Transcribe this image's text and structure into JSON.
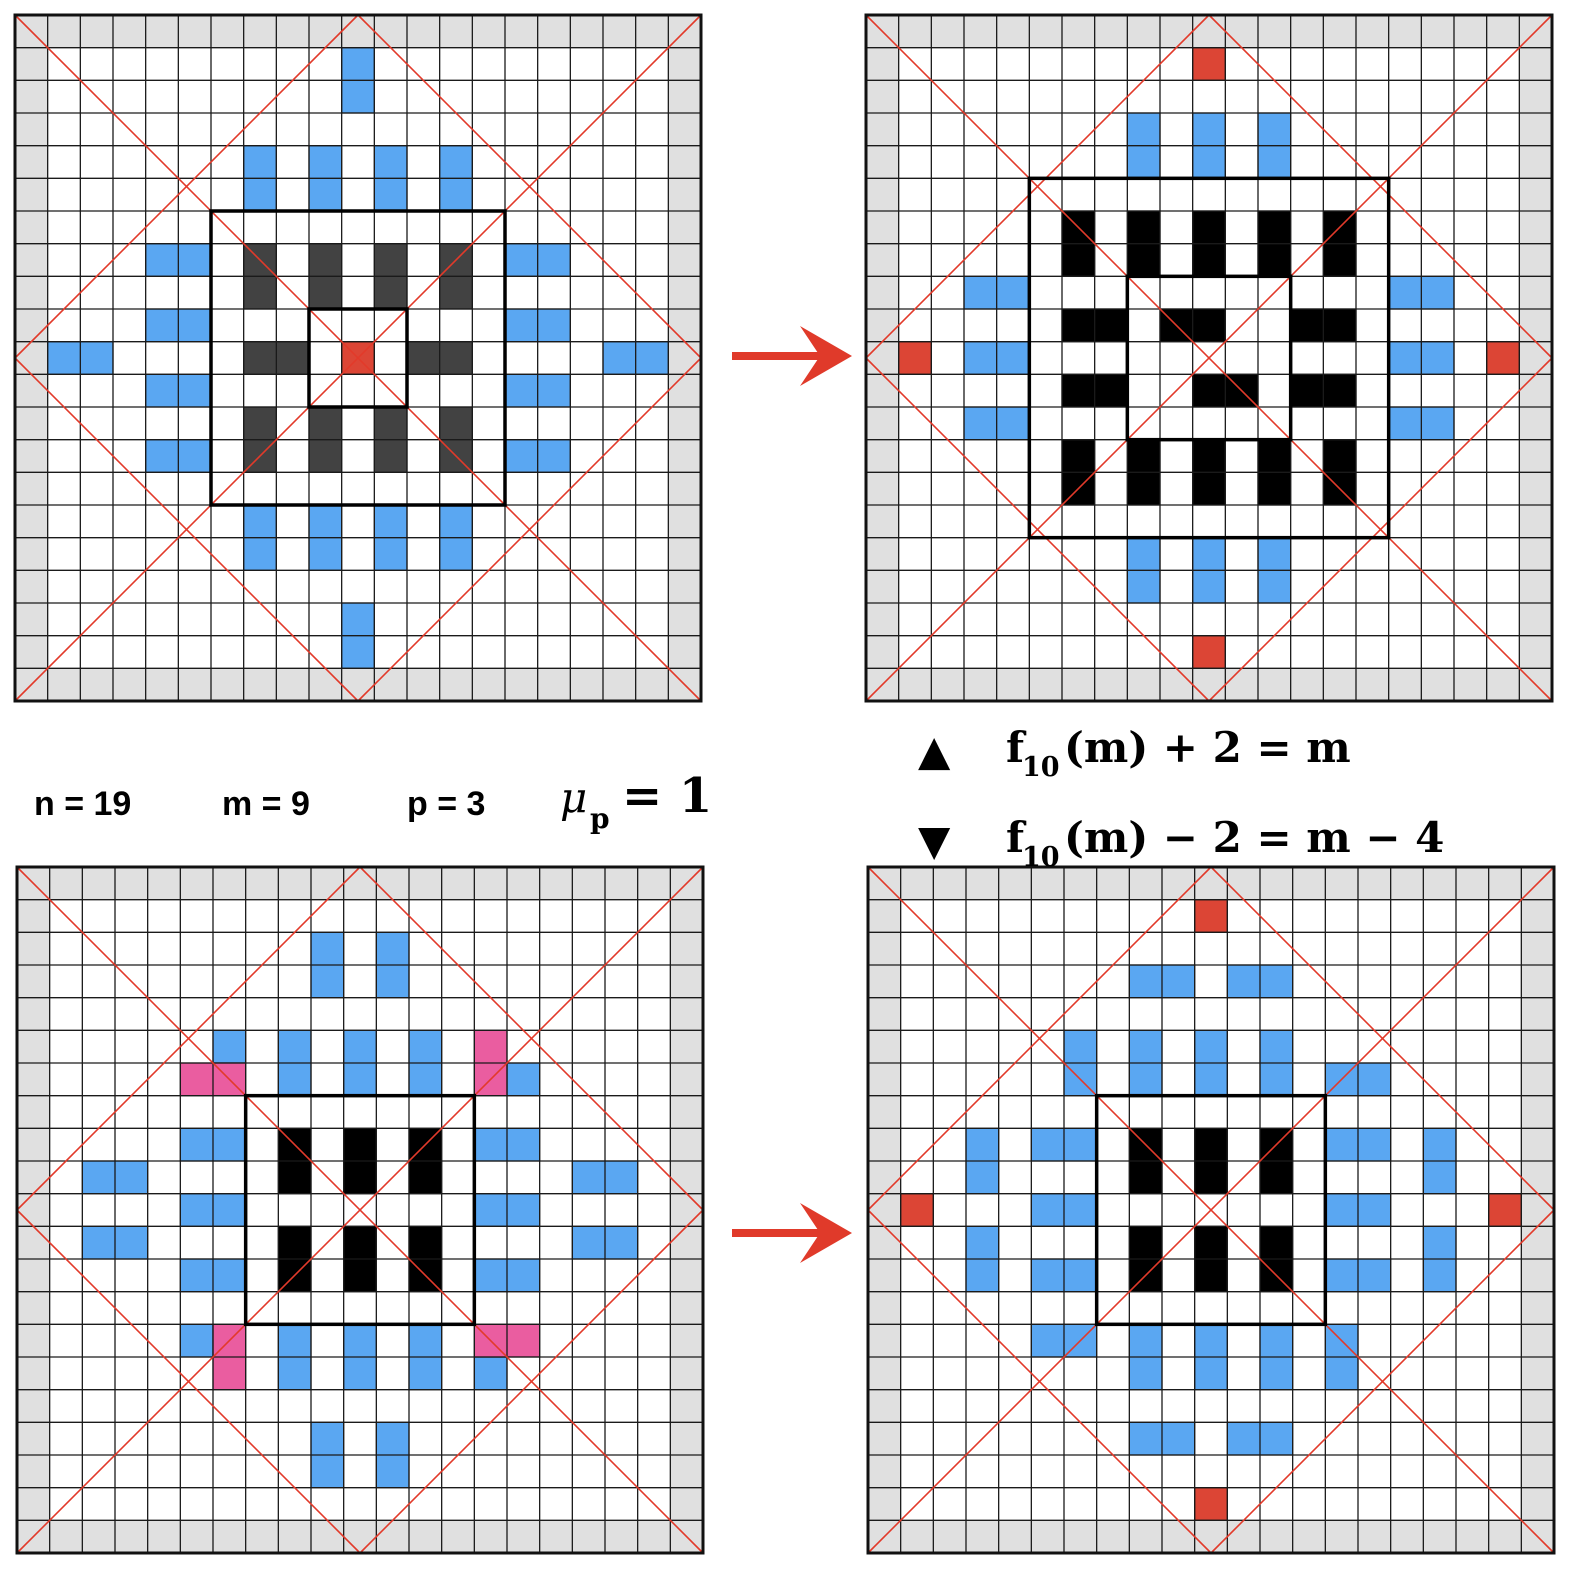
{
  "params": {
    "n": "n = 19",
    "m": "m = 9",
    "p": "p = 3",
    "mu_symbol": "μ",
    "mu_sub": "p",
    "mu_value": "= 1"
  },
  "formulas": [
    {
      "marker": "▲",
      "f": "f",
      "sub": "10",
      "rest": "(m) + 2 = m"
    },
    {
      "marker": "▼",
      "f": "f",
      "sub": "10",
      "rest": "(m) − 2 = m − 4"
    }
  ],
  "colors": {
    "blue": "#5aa7f2",
    "red": "#dc4535",
    "pink": "#ea5da0",
    "dark": "#424242",
    "black": "#000000",
    "border_gray": "#e0e0e0",
    "diagonal": "#e23a2a",
    "arrow": "#e03a2a"
  },
  "panels": [
    {
      "id": "top-left",
      "grid_size": 21,
      "cells": [
        {
          "c": 10,
          "r": 1,
          "w": 1,
          "h": 2,
          "color": "blue"
        },
        {
          "c": 7,
          "r": 4,
          "w": 1,
          "h": 2,
          "color": "blue"
        },
        {
          "c": 9,
          "r": 4,
          "w": 1,
          "h": 2,
          "color": "blue"
        },
        {
          "c": 11,
          "r": 4,
          "w": 1,
          "h": 2,
          "color": "blue"
        },
        {
          "c": 13,
          "r": 4,
          "w": 1,
          "h": 2,
          "color": "blue"
        },
        {
          "c": 7,
          "r": 15,
          "w": 1,
          "h": 2,
          "color": "blue"
        },
        {
          "c": 9,
          "r": 15,
          "w": 1,
          "h": 2,
          "color": "blue"
        },
        {
          "c": 11,
          "r": 15,
          "w": 1,
          "h": 2,
          "color": "blue"
        },
        {
          "c": 13,
          "r": 15,
          "w": 1,
          "h": 2,
          "color": "blue"
        },
        {
          "c": 10,
          "r": 18,
          "w": 1,
          "h": 2,
          "color": "blue"
        },
        {
          "c": 4,
          "r": 7,
          "w": 2,
          "h": 1,
          "color": "blue"
        },
        {
          "c": 4,
          "r": 9,
          "w": 2,
          "h": 1,
          "color": "blue"
        },
        {
          "c": 4,
          "r": 11,
          "w": 2,
          "h": 1,
          "color": "blue"
        },
        {
          "c": 4,
          "r": 13,
          "w": 2,
          "h": 1,
          "color": "blue"
        },
        {
          "c": 15,
          "r": 7,
          "w": 2,
          "h": 1,
          "color": "blue"
        },
        {
          "c": 15,
          "r": 9,
          "w": 2,
          "h": 1,
          "color": "blue"
        },
        {
          "c": 15,
          "r": 11,
          "w": 2,
          "h": 1,
          "color": "blue"
        },
        {
          "c": 15,
          "r": 13,
          "w": 2,
          "h": 1,
          "color": "blue"
        },
        {
          "c": 1,
          "r": 10,
          "w": 2,
          "h": 1,
          "color": "blue"
        },
        {
          "c": 18,
          "r": 10,
          "w": 2,
          "h": 1,
          "color": "blue"
        },
        {
          "c": 7,
          "r": 7,
          "w": 1,
          "h": 2,
          "color": "dark"
        },
        {
          "c": 9,
          "r": 7,
          "w": 1,
          "h": 2,
          "color": "dark"
        },
        {
          "c": 11,
          "r": 7,
          "w": 1,
          "h": 2,
          "color": "dark"
        },
        {
          "c": 13,
          "r": 7,
          "w": 1,
          "h": 2,
          "color": "dark"
        },
        {
          "c": 7,
          "r": 12,
          "w": 1,
          "h": 2,
          "color": "dark"
        },
        {
          "c": 9,
          "r": 12,
          "w": 1,
          "h": 2,
          "color": "dark"
        },
        {
          "c": 11,
          "r": 12,
          "w": 1,
          "h": 2,
          "color": "dark"
        },
        {
          "c": 13,
          "r": 12,
          "w": 1,
          "h": 2,
          "color": "dark"
        },
        {
          "c": 7,
          "r": 10,
          "w": 2,
          "h": 1,
          "color": "dark"
        },
        {
          "c": 12,
          "r": 10,
          "w": 2,
          "h": 1,
          "color": "dark"
        },
        {
          "c": 10,
          "r": 10,
          "w": 1,
          "h": 1,
          "color": "red"
        }
      ],
      "boxes": [
        {
          "c": 6,
          "r": 6,
          "w": 9,
          "h": 9
        },
        {
          "c": 9,
          "r": 9,
          "w": 3,
          "h": 3
        }
      ]
    },
    {
      "id": "top-right",
      "grid_size": 21,
      "cells": [
        {
          "c": 10,
          "r": 1,
          "w": 1,
          "h": 1,
          "color": "red"
        },
        {
          "c": 10,
          "r": 19,
          "w": 1,
          "h": 1,
          "color": "red"
        },
        {
          "c": 1,
          "r": 10,
          "w": 1,
          "h": 1,
          "color": "red"
        },
        {
          "c": 19,
          "r": 10,
          "w": 1,
          "h": 1,
          "color": "red"
        },
        {
          "c": 8,
          "r": 3,
          "w": 1,
          "h": 2,
          "color": "blue"
        },
        {
          "c": 10,
          "r": 3,
          "w": 1,
          "h": 2,
          "color": "blue"
        },
        {
          "c": 12,
          "r": 3,
          "w": 1,
          "h": 2,
          "color": "blue"
        },
        {
          "c": 8,
          "r": 16,
          "w": 1,
          "h": 2,
          "color": "blue"
        },
        {
          "c": 10,
          "r": 16,
          "w": 1,
          "h": 2,
          "color": "blue"
        },
        {
          "c": 12,
          "r": 16,
          "w": 1,
          "h": 2,
          "color": "blue"
        },
        {
          "c": 3,
          "r": 8,
          "w": 2,
          "h": 1,
          "color": "blue"
        },
        {
          "c": 3,
          "r": 10,
          "w": 2,
          "h": 1,
          "color": "blue"
        },
        {
          "c": 3,
          "r": 12,
          "w": 2,
          "h": 1,
          "color": "blue"
        },
        {
          "c": 16,
          "r": 8,
          "w": 2,
          "h": 1,
          "color": "blue"
        },
        {
          "c": 16,
          "r": 10,
          "w": 2,
          "h": 1,
          "color": "blue"
        },
        {
          "c": 16,
          "r": 12,
          "w": 2,
          "h": 1,
          "color": "blue"
        },
        {
          "c": 6,
          "r": 6,
          "w": 1,
          "h": 2,
          "color": "black"
        },
        {
          "c": 8,
          "r": 6,
          "w": 1,
          "h": 2,
          "color": "black"
        },
        {
          "c": 10,
          "r": 6,
          "w": 1,
          "h": 2,
          "color": "black"
        },
        {
          "c": 12,
          "r": 6,
          "w": 1,
          "h": 2,
          "color": "black"
        },
        {
          "c": 14,
          "r": 6,
          "w": 1,
          "h": 2,
          "color": "black"
        },
        {
          "c": 6,
          "r": 13,
          "w": 1,
          "h": 2,
          "color": "black"
        },
        {
          "c": 8,
          "r": 13,
          "w": 1,
          "h": 2,
          "color": "black"
        },
        {
          "c": 10,
          "r": 13,
          "w": 1,
          "h": 2,
          "color": "black"
        },
        {
          "c": 12,
          "r": 13,
          "w": 1,
          "h": 2,
          "color": "black"
        },
        {
          "c": 14,
          "r": 13,
          "w": 1,
          "h": 2,
          "color": "black"
        },
        {
          "c": 6,
          "r": 9,
          "w": 2,
          "h": 1,
          "color": "black"
        },
        {
          "c": 6,
          "r": 11,
          "w": 2,
          "h": 1,
          "color": "black"
        },
        {
          "c": 13,
          "r": 9,
          "w": 2,
          "h": 1,
          "color": "black"
        },
        {
          "c": 13,
          "r": 11,
          "w": 2,
          "h": 1,
          "color": "black"
        },
        {
          "c": 9,
          "r": 9,
          "w": 2,
          "h": 1,
          "color": "black"
        },
        {
          "c": 10,
          "r": 11,
          "w": 2,
          "h": 1,
          "color": "black"
        }
      ],
      "boxes": [
        {
          "c": 5,
          "r": 5,
          "w": 11,
          "h": 11
        },
        {
          "c": 8,
          "r": 8,
          "w": 5,
          "h": 5
        }
      ]
    },
    {
      "id": "bottom-left",
      "grid_size": 21,
      "cells": [
        {
          "c": 9,
          "r": 2,
          "w": 1,
          "h": 2,
          "color": "blue"
        },
        {
          "c": 11,
          "r": 2,
          "w": 1,
          "h": 2,
          "color": "blue"
        },
        {
          "c": 9,
          "r": 17,
          "w": 1,
          "h": 2,
          "color": "blue"
        },
        {
          "c": 11,
          "r": 17,
          "w": 1,
          "h": 2,
          "color": "blue"
        },
        {
          "c": 8,
          "r": 5,
          "w": 1,
          "h": 2,
          "color": "blue"
        },
        {
          "c": 10,
          "r": 5,
          "w": 1,
          "h": 2,
          "color": "blue"
        },
        {
          "c": 12,
          "r": 5,
          "w": 1,
          "h": 2,
          "color": "blue"
        },
        {
          "c": 8,
          "r": 14,
          "w": 1,
          "h": 2,
          "color": "blue"
        },
        {
          "c": 10,
          "r": 14,
          "w": 1,
          "h": 2,
          "color": "blue"
        },
        {
          "c": 12,
          "r": 14,
          "w": 1,
          "h": 2,
          "color": "blue"
        },
        {
          "c": 6,
          "r": 5,
          "w": 1,
          "h": 1,
          "color": "blue"
        },
        {
          "c": 15,
          "r": 6,
          "w": 1,
          "h": 1,
          "color": "blue"
        },
        {
          "c": 5,
          "r": 14,
          "w": 1,
          "h": 1,
          "color": "blue"
        },
        {
          "c": 14,
          "r": 15,
          "w": 1,
          "h": 1,
          "color": "blue"
        },
        {
          "c": 5,
          "r": 6,
          "w": 2,
          "h": 1,
          "color": "pink"
        },
        {
          "c": 14,
          "r": 5,
          "w": 1,
          "h": 2,
          "color": "pink"
        },
        {
          "c": 6,
          "r": 14,
          "w": 1,
          "h": 2,
          "color": "pink"
        },
        {
          "c": 14,
          "r": 14,
          "w": 2,
          "h": 1,
          "color": "pink"
        },
        {
          "c": 5,
          "r": 8,
          "w": 2,
          "h": 1,
          "color": "blue"
        },
        {
          "c": 5,
          "r": 10,
          "w": 2,
          "h": 1,
          "color": "blue"
        },
        {
          "c": 5,
          "r": 12,
          "w": 2,
          "h": 1,
          "color": "blue"
        },
        {
          "c": 14,
          "r": 8,
          "w": 2,
          "h": 1,
          "color": "blue"
        },
        {
          "c": 14,
          "r": 10,
          "w": 2,
          "h": 1,
          "color": "blue"
        },
        {
          "c": 14,
          "r": 12,
          "w": 2,
          "h": 1,
          "color": "blue"
        },
        {
          "c": 2,
          "r": 9,
          "w": 2,
          "h": 1,
          "color": "blue"
        },
        {
          "c": 2,
          "r": 11,
          "w": 2,
          "h": 1,
          "color": "blue"
        },
        {
          "c": 17,
          "r": 9,
          "w": 2,
          "h": 1,
          "color": "blue"
        },
        {
          "c": 17,
          "r": 11,
          "w": 2,
          "h": 1,
          "color": "blue"
        },
        {
          "c": 8,
          "r": 8,
          "w": 1,
          "h": 2,
          "color": "black"
        },
        {
          "c": 10,
          "r": 8,
          "w": 1,
          "h": 2,
          "color": "black"
        },
        {
          "c": 12,
          "r": 8,
          "w": 1,
          "h": 2,
          "color": "black"
        },
        {
          "c": 8,
          "r": 11,
          "w": 1,
          "h": 2,
          "color": "black"
        },
        {
          "c": 10,
          "r": 11,
          "w": 1,
          "h": 2,
          "color": "black"
        },
        {
          "c": 12,
          "r": 11,
          "w": 1,
          "h": 2,
          "color": "black"
        }
      ],
      "boxes": [
        {
          "c": 7,
          "r": 7,
          "w": 7,
          "h": 7
        }
      ]
    },
    {
      "id": "bottom-right",
      "grid_size": 21,
      "cells": [
        {
          "c": 10,
          "r": 1,
          "w": 1,
          "h": 1,
          "color": "red"
        },
        {
          "c": 10,
          "r": 19,
          "w": 1,
          "h": 1,
          "color": "red"
        },
        {
          "c": 1,
          "r": 10,
          "w": 1,
          "h": 1,
          "color": "red"
        },
        {
          "c": 19,
          "r": 10,
          "w": 1,
          "h": 1,
          "color": "red"
        },
        {
          "c": 8,
          "r": 3,
          "w": 2,
          "h": 1,
          "color": "blue"
        },
        {
          "c": 11,
          "r": 3,
          "w": 2,
          "h": 1,
          "color": "blue"
        },
        {
          "c": 8,
          "r": 17,
          "w": 2,
          "h": 1,
          "color": "blue"
        },
        {
          "c": 11,
          "r": 17,
          "w": 2,
          "h": 1,
          "color": "blue"
        },
        {
          "c": 6,
          "r": 5,
          "w": 1,
          "h": 2,
          "color": "blue"
        },
        {
          "c": 8,
          "r": 5,
          "w": 1,
          "h": 2,
          "color": "blue"
        },
        {
          "c": 10,
          "r": 5,
          "w": 1,
          "h": 2,
          "color": "blue"
        },
        {
          "c": 12,
          "r": 5,
          "w": 1,
          "h": 2,
          "color": "blue"
        },
        {
          "c": 8,
          "r": 14,
          "w": 1,
          "h": 2,
          "color": "blue"
        },
        {
          "c": 10,
          "r": 14,
          "w": 1,
          "h": 2,
          "color": "blue"
        },
        {
          "c": 12,
          "r": 14,
          "w": 1,
          "h": 2,
          "color": "blue"
        },
        {
          "c": 14,
          "r": 14,
          "w": 1,
          "h": 2,
          "color": "blue"
        },
        {
          "c": 14,
          "r": 6,
          "w": 2,
          "h": 1,
          "color": "blue"
        },
        {
          "c": 5,
          "r": 14,
          "w": 2,
          "h": 1,
          "color": "blue"
        },
        {
          "c": 5,
          "r": 8,
          "w": 2,
          "h": 1,
          "color": "blue"
        },
        {
          "c": 5,
          "r": 10,
          "w": 2,
          "h": 1,
          "color": "blue"
        },
        {
          "c": 5,
          "r": 12,
          "w": 2,
          "h": 1,
          "color": "blue"
        },
        {
          "c": 14,
          "r": 8,
          "w": 2,
          "h": 1,
          "color": "blue"
        },
        {
          "c": 14,
          "r": 10,
          "w": 2,
          "h": 1,
          "color": "blue"
        },
        {
          "c": 14,
          "r": 12,
          "w": 2,
          "h": 1,
          "color": "blue"
        },
        {
          "c": 3,
          "r": 8,
          "w": 1,
          "h": 2,
          "color": "blue"
        },
        {
          "c": 3,
          "r": 11,
          "w": 1,
          "h": 2,
          "color": "blue"
        },
        {
          "c": 17,
          "r": 8,
          "w": 1,
          "h": 2,
          "color": "blue"
        },
        {
          "c": 17,
          "r": 11,
          "w": 1,
          "h": 2,
          "color": "blue"
        },
        {
          "c": 8,
          "r": 8,
          "w": 1,
          "h": 2,
          "color": "black"
        },
        {
          "c": 10,
          "r": 8,
          "w": 1,
          "h": 2,
          "color": "black"
        },
        {
          "c": 12,
          "r": 8,
          "w": 1,
          "h": 2,
          "color": "black"
        },
        {
          "c": 8,
          "r": 11,
          "w": 1,
          "h": 2,
          "color": "black"
        },
        {
          "c": 10,
          "r": 11,
          "w": 1,
          "h": 2,
          "color": "black"
        },
        {
          "c": 12,
          "r": 11,
          "w": 1,
          "h": 2,
          "color": "black"
        }
      ],
      "boxes": [
        {
          "c": 7,
          "r": 7,
          "w": 7,
          "h": 7
        }
      ]
    }
  ]
}
